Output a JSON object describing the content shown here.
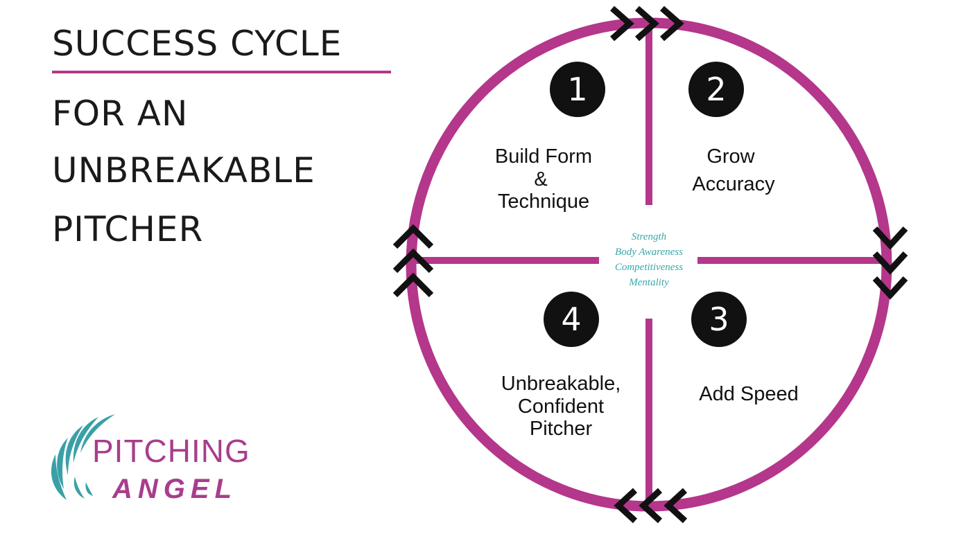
{
  "title": {
    "line1": "SUCCESS CYCLE",
    "line2": "FOR AN",
    "line3": "UNBREAKABLE",
    "line4": "PITCHER"
  },
  "stages": [
    {
      "number": "1",
      "lines": [
        "Build Form",
        "&",
        "Technique"
      ]
    },
    {
      "number": "2",
      "lines": [
        "Grow",
        "Accuracy"
      ]
    },
    {
      "number": "3",
      "lines": [
        "Add Speed"
      ]
    },
    {
      "number": "4",
      "lines": [
        "Unbreakable,",
        "Confident",
        "Pitcher"
      ]
    }
  ],
  "center_labels": [
    "Strength",
    "Body Awareness",
    "Competitiveness",
    "Mentality"
  ],
  "logo": {
    "line1": "PITCHING",
    "line2": "ANGEL"
  },
  "colors": {
    "accent": "#b4378b",
    "center_text": "#3aa7a8",
    "badge": "#111111",
    "logo_teal": "#3aa0a6",
    "logo_magenta": "#a83d8c"
  }
}
